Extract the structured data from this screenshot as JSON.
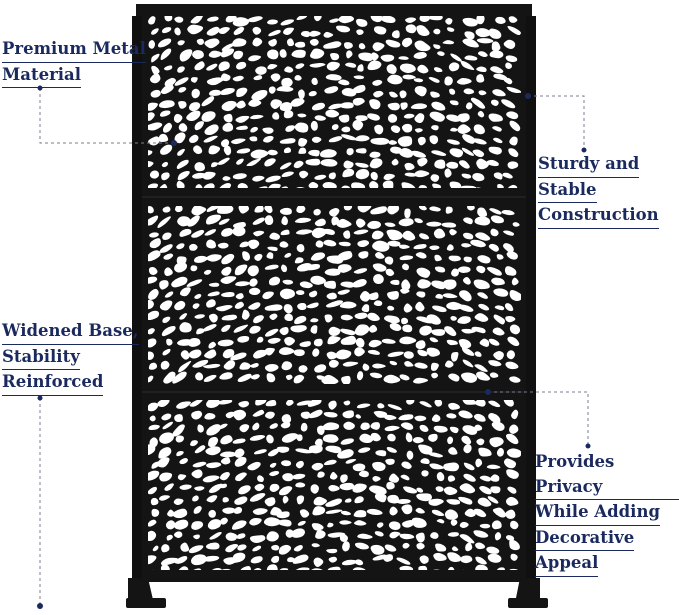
{
  "image": {
    "subject": "black laser-cut metal privacy screen with 3 stacked panels on a stand",
    "colors": {
      "metal": "#141414",
      "label_text": "#1b2a5e",
      "leader_line": "#7a7f8c",
      "background": "#ffffff"
    }
  },
  "callouts": [
    {
      "id": "material",
      "lines": [
        "Premium Metal",
        "Material"
      ]
    },
    {
      "id": "construction",
      "lines": [
        "Sturdy and",
        "Stable",
        "Construction"
      ]
    },
    {
      "id": "base",
      "lines": [
        "Widened Base,",
        "Stability",
        "Reinforced"
      ]
    },
    {
      "id": "privacy",
      "lines": [
        "Provides Privacy",
        "While Adding",
        "Decorative",
        "Appeal"
      ]
    }
  ]
}
